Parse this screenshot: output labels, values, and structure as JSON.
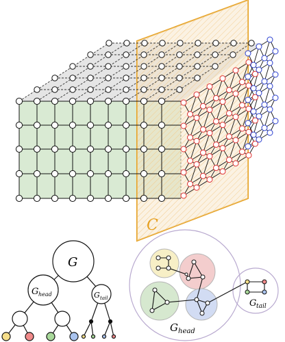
{
  "labels": {
    "cut_plane": "C",
    "tree_root": "G",
    "tree_head": "G",
    "tree_head_sub": "head",
    "tree_tail": "G",
    "tree_tail_sub": "tail",
    "cluster_head": "G",
    "cluster_head_sub": "head",
    "cluster_tail": "G",
    "cluster_tail_sub": "tail"
  },
  "colors": {
    "front_face": "#d9ead3",
    "top_face": "#e5e5e5",
    "cut_plane": "#e6a020",
    "hex_red": "#e03030",
    "hex_blue": "#2a3fd0",
    "cluster_yellow": "#f7efc6",
    "cluster_red": "#f3cdcd",
    "cluster_green": "#d6e8cf",
    "cluster_blue": "#d2dcf3",
    "outer_circle": "#b8a9cf",
    "leaf_red": "#f08a8a",
    "leaf_green": "#a8d89a",
    "leaf_blue": "#a9c3ee",
    "leaf_yellow": "#f5de8a"
  }
}
